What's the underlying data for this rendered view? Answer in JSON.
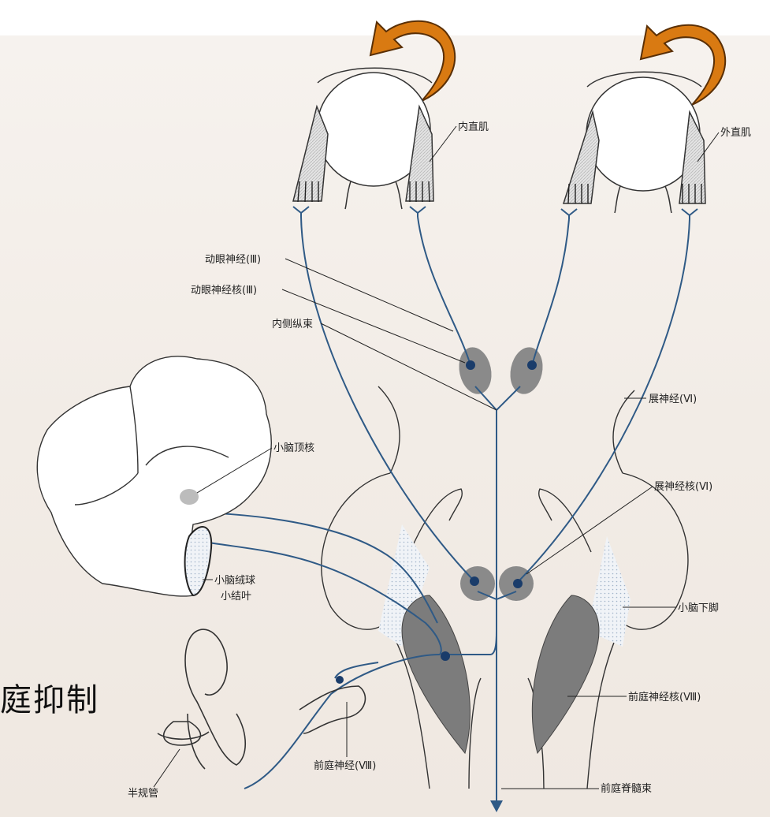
{
  "labels": {
    "medial_rectus": "内直肌",
    "lateral_rectus": "外直肌",
    "oculomotor_nerve": "动眼神经(Ⅲ)",
    "oculomotor_nucleus": "动眼神经核(Ⅲ)",
    "mlf": "内侧纵束",
    "abducens_nerve": "展神经(Ⅵ)",
    "fastigial_nucleus": "小脑顶核",
    "abducens_nucleus": "展神经核(Ⅵ)",
    "flocculonodular_1": "小脑绒球",
    "flocculonodular_2": "小结叶",
    "inferior_peduncle": "小脑下脚",
    "vestibular_nucleus": "前庭神经核(Ⅷ)",
    "vestibular_nerve": "前庭神经(Ⅷ)",
    "vestibulospinal_tract": "前庭脊髓束",
    "semicircular_canal": "半规管"
  },
  "side_caption": "庭抑制",
  "colors": {
    "nerve": "#2f5a86",
    "arrow_fill": "#d97a12",
    "arrow_stroke": "#5a2f05",
    "nucleus": "#8a8a8a",
    "neuron": "#1a3c6a",
    "outline": "#333333"
  }
}
